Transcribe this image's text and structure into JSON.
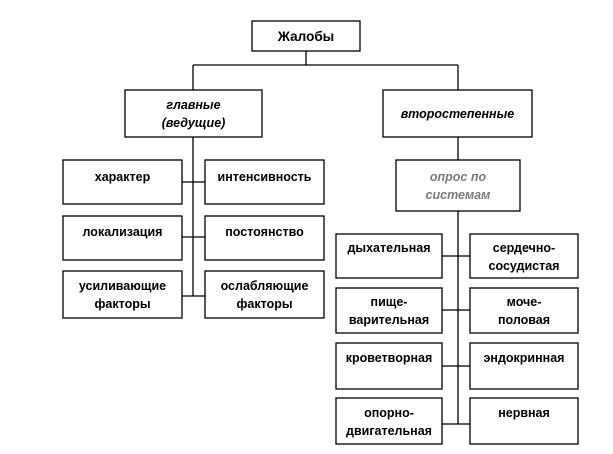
{
  "root": {
    "label": "Жалобы"
  },
  "main": {
    "lines": [
      "главные",
      "(ведущие)"
    ]
  },
  "secondary": {
    "label": "второстепенные"
  },
  "systems_survey": {
    "lines": [
      "опрос по",
      "системам"
    ]
  },
  "main_left": [
    {
      "lines": [
        "характер"
      ]
    },
    {
      "lines": [
        "локализация"
      ]
    },
    {
      "lines": [
        "усиливающие",
        "факторы"
      ]
    }
  ],
  "main_right": [
    {
      "lines": [
        "интенсивность"
      ]
    },
    {
      "lines": [
        "постоянство"
      ]
    },
    {
      "lines": [
        "ослабляющие",
        "факторы"
      ]
    }
  ],
  "systems_left": [
    {
      "lines": [
        "дыхательная"
      ]
    },
    {
      "lines": [
        "пище-",
        "варительная"
      ]
    },
    {
      "lines": [
        "кроветворная"
      ]
    },
    {
      "lines": [
        "опорно-",
        "двигательная"
      ]
    }
  ],
  "systems_right": [
    {
      "lines": [
        "сердечно-",
        "сосудистая"
      ]
    },
    {
      "lines": [
        "моче-",
        "половая"
      ]
    },
    {
      "lines": [
        "эндокринная"
      ]
    },
    {
      "lines": [
        "нервная"
      ]
    }
  ]
}
